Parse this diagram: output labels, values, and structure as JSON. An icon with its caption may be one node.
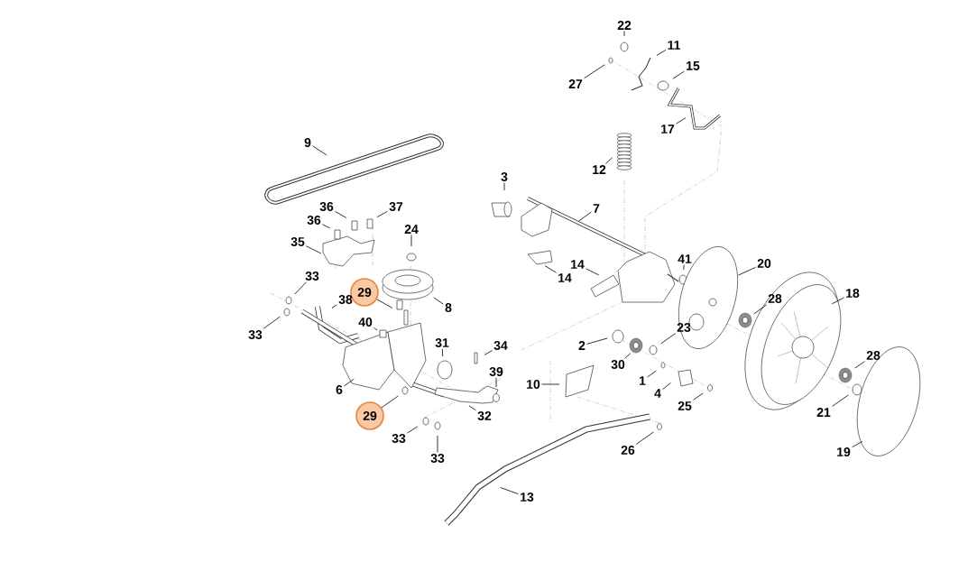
{
  "diagram": {
    "nodes": [
      {
        "text": [
          "22"
        ]
      },
      {
        "text": [
          "11"
        ]
      },
      {
        "text": [
          "27"
        ]
      },
      {
        "text": [
          "15"
        ]
      },
      {
        "text": [
          "17"
        ]
      },
      {
        "text": [
          "9"
        ]
      },
      {
        "text": [
          "12"
        ]
      },
      {
        "text": [
          "3"
        ]
      },
      {
        "text": [
          "7"
        ]
      },
      {
        "text": [
          "36"
        ]
      },
      {
        "text": [
          "37"
        ]
      },
      {
        "text": [
          "36"
        ]
      },
      {
        "text": [
          "24"
        ]
      },
      {
        "text": [
          "35"
        ]
      },
      {
        "text": [
          "41"
        ]
      },
      {
        "text": [
          "20"
        ]
      },
      {
        "text": [
          "14"
        ]
      },
      {
        "text": [
          "14"
        ]
      },
      {
        "text": [
          "33"
        ]
      },
      {
        "text": [],
        "shape": "circle"
      },
      {
        "text": [
          "29"
        ],
        "in": 19
      },
      {
        "text": [
          "28"
        ]
      },
      {
        "text": [
          "18"
        ]
      },
      {
        "text": [
          "38"
        ]
      },
      {
        "text": [
          "8"
        ]
      },
      {
        "text": [
          "33"
        ]
      },
      {
        "text": [
          "40"
        ]
      },
      {
        "text": [
          "2"
        ]
      },
      {
        "text": [
          "23"
        ]
      },
      {
        "text": [
          "30"
        ]
      },
      {
        "text": [
          "31"
        ]
      },
      {
        "text": [
          "34"
        ]
      },
      {
        "text": [
          "39"
        ]
      },
      {
        "text": [
          "1"
        ]
      },
      {
        "text": [
          "28"
        ]
      },
      {
        "text": [
          "10"
        ]
      },
      {
        "text": [
          "6"
        ]
      },
      {
        "text": [
          "4"
        ]
      },
      {
        "text": [
          "21"
        ]
      },
      {
        "text": [
          "25"
        ]
      },
      {
        "text": [],
        "shape": "circle"
      },
      {
        "text": [
          "29"
        ],
        "in": 40
      },
      {
        "text": [
          "32"
        ]
      },
      {
        "text": [
          "26"
        ]
      },
      {
        "text": [
          "33"
        ]
      },
      {
        "text": [
          "19"
        ]
      },
      {
        "text": [
          "33"
        ]
      },
      {
        "text": [
          "13"
        ]
      }
    ],
    "edges": [
      {
        "from": 0,
        "to": null,
        "arrow": "none"
      },
      {
        "from": 1,
        "to": null,
        "arrow": "none"
      },
      {
        "from": 2,
        "to": null,
        "arrow": "none"
      },
      {
        "from": 3,
        "to": null,
        "arrow": "none"
      },
      {
        "from": 4,
        "to": null,
        "arrow": "none"
      },
      {
        "from": 5,
        "to": null,
        "arrow": "none"
      },
      {
        "from": 6,
        "to": null,
        "arrow": "none"
      },
      {
        "from": 7,
        "to": null,
        "arrow": "none"
      },
      {
        "from": 8,
        "to": null,
        "arrow": "none"
      },
      {
        "from": 9,
        "to": null,
        "arrow": "none"
      },
      {
        "from": 10,
        "to": null,
        "arrow": "none"
      },
      {
        "from": 11,
        "to": null,
        "arrow": "none"
      },
      {
        "from": 12,
        "to": null,
        "arrow": "none"
      },
      {
        "from": 13,
        "to": null,
        "arrow": "none"
      },
      {
        "from": 14,
        "to": null,
        "arrow": "none"
      },
      {
        "from": 15,
        "to": null,
        "arrow": "none"
      },
      {
        "from": 16,
        "to": null,
        "arrow": "none"
      },
      {
        "from": 17,
        "to": null,
        "arrow": "none"
      },
      {
        "from": 18,
        "to": null,
        "arrow": "none"
      },
      {
        "from": 19,
        "to": null,
        "arrow": "none"
      },
      {
        "from": 21,
        "to": null,
        "arrow": "none"
      },
      {
        "from": 22,
        "to": null,
        "arrow": "none"
      },
      {
        "from": 23,
        "to": null,
        "arrow": "none"
      },
      {
        "from": 24,
        "to": null,
        "arrow": "none"
      },
      {
        "from": 25,
        "to": null,
        "arrow": "none"
      },
      {
        "from": 26,
        "to": null,
        "arrow": "none"
      },
      {
        "from": 27,
        "to": null,
        "arrow": "none"
      },
      {
        "from": 28,
        "to": null,
        "arrow": "none"
      },
      {
        "from": 29,
        "to": null,
        "arrow": "none"
      },
      {
        "from": 30,
        "to": null,
        "arrow": "none"
      },
      {
        "from": 31,
        "to": null,
        "arrow": "none"
      },
      {
        "from": 32,
        "to": null,
        "arrow": "none"
      },
      {
        "from": 33,
        "to": null,
        "arrow": "none"
      },
      {
        "from": 34,
        "to": null,
        "arrow": "none"
      },
      {
        "from": 35,
        "to": null,
        "arrow": "none"
      },
      {
        "from": 36,
        "to": null,
        "arrow": "none"
      },
      {
        "from": 37,
        "to": null,
        "arrow": "none"
      },
      {
        "from": 38,
        "to": null,
        "arrow": "none"
      },
      {
        "from": 39,
        "to": null,
        "arrow": "none"
      },
      {
        "from": 40,
        "to": null,
        "arrow": "none"
      },
      {
        "from": 42,
        "to": null,
        "arrow": "none"
      },
      {
        "from": 43,
        "to": null,
        "arrow": "none"
      },
      {
        "from": 44,
        "to": null,
        "arrow": "none"
      },
      {
        "from": 45,
        "to": null,
        "arrow": "none"
      },
      {
        "from": 46,
        "to": null,
        "arrow": "none"
      },
      {
        "from": 47,
        "to": null,
        "arrow": "none"
      }
    ]
  }
}
